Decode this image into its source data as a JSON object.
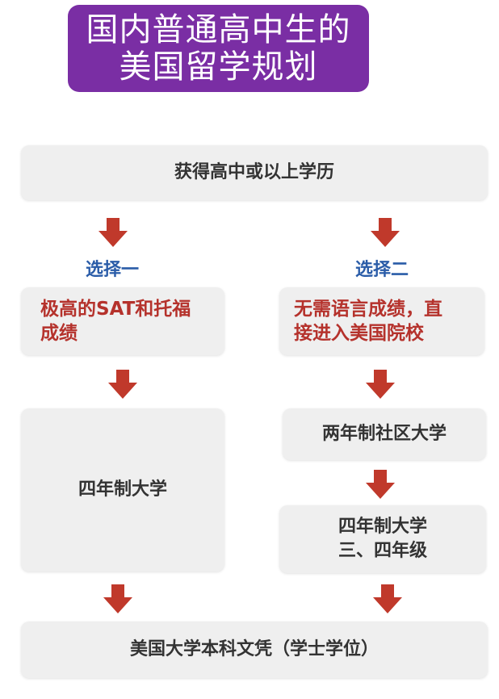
{
  "title": {
    "line1": "国内普通高中生的",
    "line2": "美国留学规划"
  },
  "nodes": {
    "start": "获得高中或以上学历",
    "option1_label": "选择一",
    "option2_label": "选择二",
    "option1_req_line1": "极高的SAT和托福",
    "option1_req_line2": "成绩",
    "option2_req_line1": "无需语言成绩，直",
    "option2_req_line2": "接进入美国院校",
    "option1_univ": "四年制大学",
    "option2_cc": "两年制社区大学",
    "option2_univ_line1": "四年制大学",
    "option2_univ_line2": "三、四年级",
    "end": "美国大学本科文凭（学士学位）"
  },
  "colors": {
    "title_bg": "#7a2ea4",
    "arrow": "#c0392b",
    "label": "#2a5ca8",
    "requirement_text": "#b5322c",
    "box_bg": "#efefef"
  }
}
